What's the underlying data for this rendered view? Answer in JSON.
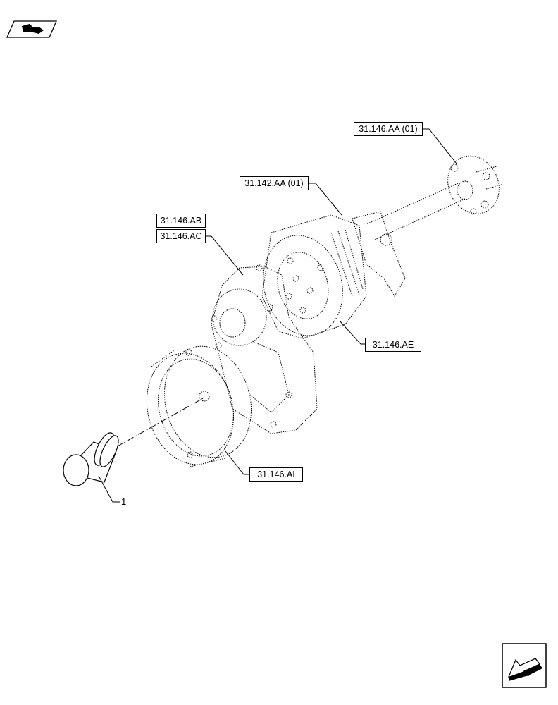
{
  "icons": {
    "view_badge": "book-view-icon",
    "nav_arrow": "page-arrow-icon"
  },
  "callouts": {
    "aa01": "31.146.AA (01)",
    "pa01": "31.142.AA (01)",
    "ab": "31.146.AB",
    "ac": "31.146.AC",
    "ae": "31.146.AE",
    "ai": "31.146.AI"
  },
  "items": {
    "item1": "1"
  }
}
